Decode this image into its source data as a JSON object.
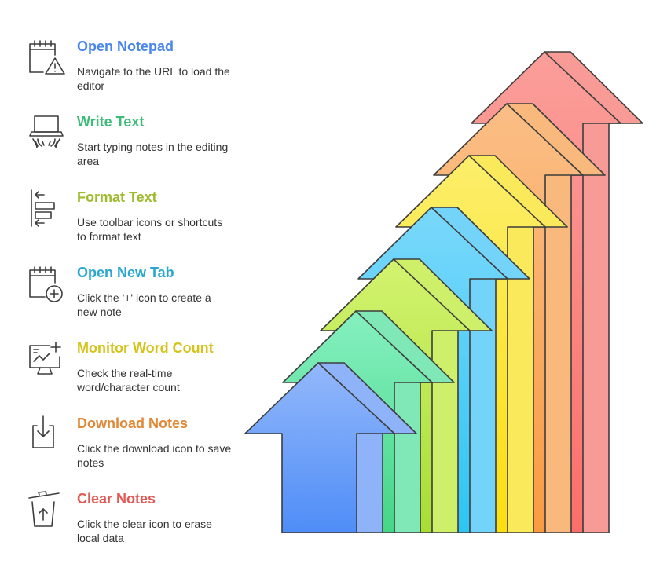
{
  "steps": [
    {
      "title": "Open Notepad",
      "desc": "Navigate to the URL to load the editor",
      "color": "#4a86e8",
      "icon": "calendar-alert-icon"
    },
    {
      "title": "Write Text",
      "desc": "Start typing notes in the editing area",
      "color": "#3dbb78",
      "icon": "laptop-typing-icon"
    },
    {
      "title": "Format Text",
      "desc": "Use toolbar icons or shortcuts to format text",
      "color": "#9dbb2c",
      "icon": "align-format-icon"
    },
    {
      "title": "Open New Tab",
      "desc": "Click the '+' icon to create a new note",
      "color": "#2aa6d0",
      "icon": "calendar-add-icon"
    },
    {
      "title": "Monitor Word Count",
      "desc": "Check the real-time word/character count",
      "color": "#d4c31a",
      "icon": "monitor-chart-icon"
    },
    {
      "title": "Download Notes",
      "desc": "Click the download icon to save notes",
      "color": "#e08836",
      "icon": "download-icon"
    },
    {
      "title": "Clear Notes",
      "desc": "Click the clear icon to erase local data",
      "color": "#e05a55",
      "icon": "trash-icon"
    }
  ],
  "arrow_colors": [
    {
      "top": "#93b8fb",
      "bottom": "#4f8df7",
      "face": "#8fb3f8"
    },
    {
      "top": "#86f0c0",
      "bottom": "#44d686",
      "face": "#7fe8b6"
    },
    {
      "top": "#d3f36f",
      "bottom": "#a7dd35",
      "face": "#cdef6a"
    },
    {
      "top": "#7ad8fb",
      "bottom": "#2ec5f3",
      "face": "#74d3f8"
    },
    {
      "top": "#fcee6b",
      "bottom": "#fcde10",
      "face": "#fbe95c"
    },
    {
      "top": "#fbbe86",
      "bottom": "#fa9b42",
      "face": "#f9b97c"
    },
    {
      "top": "#fb9e9a",
      "bottom": "#fb6f6a",
      "face": "#f89a95"
    }
  ]
}
